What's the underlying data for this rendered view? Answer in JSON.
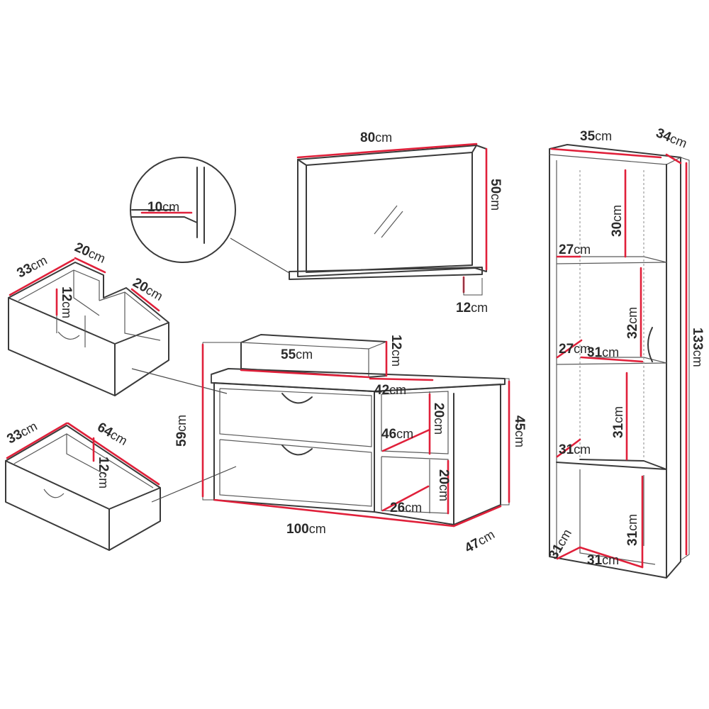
{
  "accent_color": "#e0203a",
  "line_color": "#3a3a3a",
  "labels": {
    "mirror_width": {
      "n": "80",
      "u": "cm"
    },
    "mirror_height": {
      "n": "50",
      "u": "cm"
    },
    "mirror_shelf_depth": {
      "n": "12",
      "u": "cm"
    },
    "detail_shelf": {
      "n": "10",
      "u": "cm"
    },
    "drawer1_depth": {
      "n": "33",
      "u": "cm"
    },
    "drawer1_inner_width": {
      "n": "20",
      "u": "cm"
    },
    "drawer1_height": {
      "n": "12",
      "u": "cm"
    },
    "drawer1_side_width": {
      "n": "20",
      "u": "cm"
    },
    "drawer2_depth": {
      "n": "33",
      "u": "cm"
    },
    "drawer2_width": {
      "n": "64",
      "u": "cm"
    },
    "drawer2_height": {
      "n": "12",
      "u": "cm"
    },
    "basin_width": {
      "n": "55",
      "u": "cm"
    },
    "basin_height": {
      "n": "12",
      "u": "cm"
    },
    "basin_depth": {
      "n": "42",
      "u": "cm"
    },
    "cabinet_total_height": {
      "n": "59",
      "u": "cm"
    },
    "cabinet_body_height": {
      "n": "45",
      "u": "cm"
    },
    "cabinet_width": {
      "n": "100",
      "u": "cm"
    },
    "cabinet_depth": {
      "n": "47",
      "u": "cm"
    },
    "niche_depth": {
      "n": "46",
      "u": "cm"
    },
    "niche_top_height": {
      "n": "20",
      "u": "cm"
    },
    "niche_bottom_height": {
      "n": "20",
      "u": "cm"
    },
    "niche_width": {
      "n": "26",
      "u": "cm"
    },
    "tall_width": {
      "n": "35",
      "u": "cm"
    },
    "tall_depth": {
      "n": "34",
      "u": "cm"
    },
    "tall_height": {
      "n": "133",
      "u": "cm"
    },
    "tall_shelf1_height": {
      "n": "30",
      "u": "cm"
    },
    "tall_shelf1_depth": {
      "n": "27",
      "u": "cm"
    },
    "tall_shelf2_height": {
      "n": "32",
      "u": "cm"
    },
    "tall_shelf2_depth": {
      "n": "27",
      "u": "cm"
    },
    "tall_shelf2_width": {
      "n": "31",
      "u": "cm"
    },
    "tall_shelf3_height": {
      "n": "31",
      "u": "cm"
    },
    "tall_shelf3_depth": {
      "n": "31",
      "u": "cm"
    },
    "tall_bottom_height": {
      "n": "31",
      "u": "cm"
    },
    "tall_bottom_depth": {
      "n": "31",
      "u": "cm"
    },
    "tall_bottom_width": {
      "n": "31",
      "u": "cm"
    }
  }
}
